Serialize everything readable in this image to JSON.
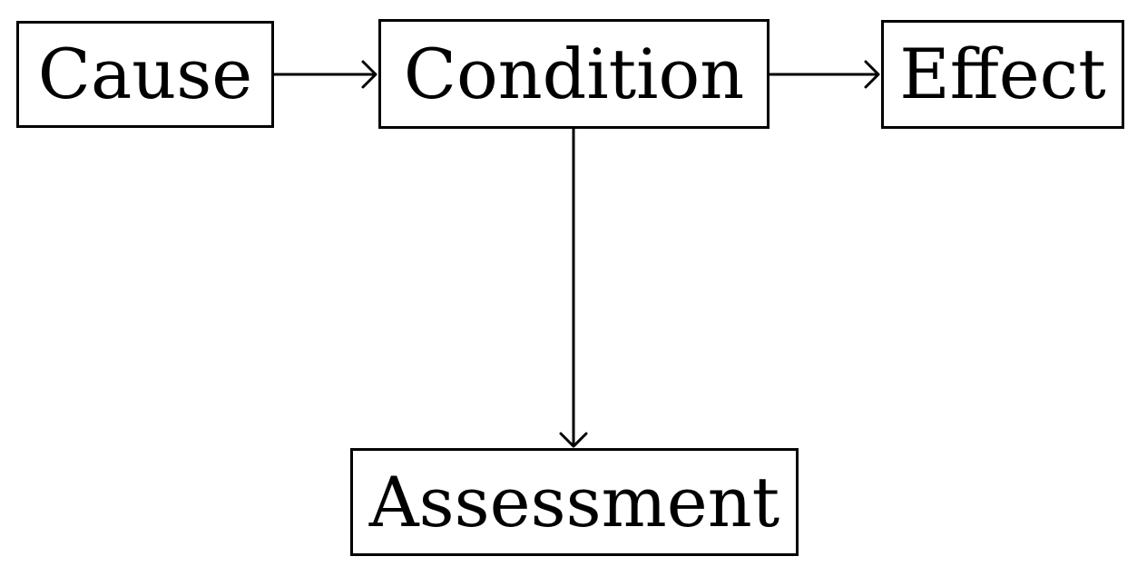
{
  "diagram": {
    "nodes": {
      "cause": {
        "label": "Cause"
      },
      "condition": {
        "label": "Condition"
      },
      "effect": {
        "label": "Effect"
      },
      "assessment": {
        "label": "Assessment"
      }
    },
    "edges": [
      {
        "from": "Cause",
        "to": "Condition"
      },
      {
        "from": "Condition",
        "to": "Effect"
      },
      {
        "from": "Condition",
        "to": "Assessment"
      }
    ],
    "colors": {
      "stroke": "#000000",
      "background": "#ffffff",
      "text": "#000000"
    }
  }
}
